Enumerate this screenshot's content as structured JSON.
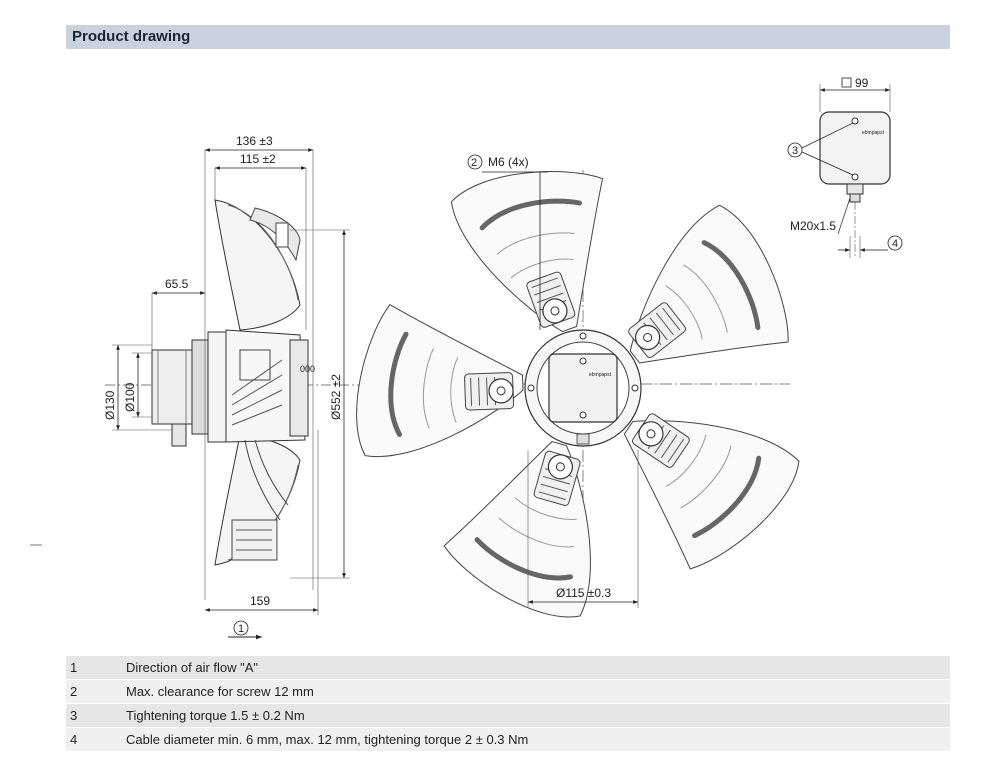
{
  "header": {
    "title": "Product drawing"
  },
  "dimensions": {
    "d136": "136 ±3",
    "d115": "115 ±2",
    "d65": "65.5",
    "d130": "Ø130",
    "d100": "Ø100",
    "d552": "Ø552 ±2",
    "d159": "159",
    "m6": "M6 (4x)",
    "d115hub": "Ø115 ±0.3",
    "sq99": "99",
    "m20": "M20x1.5"
  },
  "callouts": {
    "c1": "1",
    "c2": "2",
    "c3": "3",
    "c4": "4"
  },
  "brand": {
    "logo": "ebmpapst"
  },
  "legend": [
    {
      "num": "1",
      "text": "Direction of air flow \"A\""
    },
    {
      "num": "2",
      "text": "Max. clearance for screw 12 mm"
    },
    {
      "num": "3",
      "text": "Tightening torque 1.5 ± 0.2 Nm"
    },
    {
      "num": "4",
      "text": "Cable diameter min. 6 mm, max. 12 mm, tightening torque 2 ± 0.3 Nm"
    }
  ]
}
